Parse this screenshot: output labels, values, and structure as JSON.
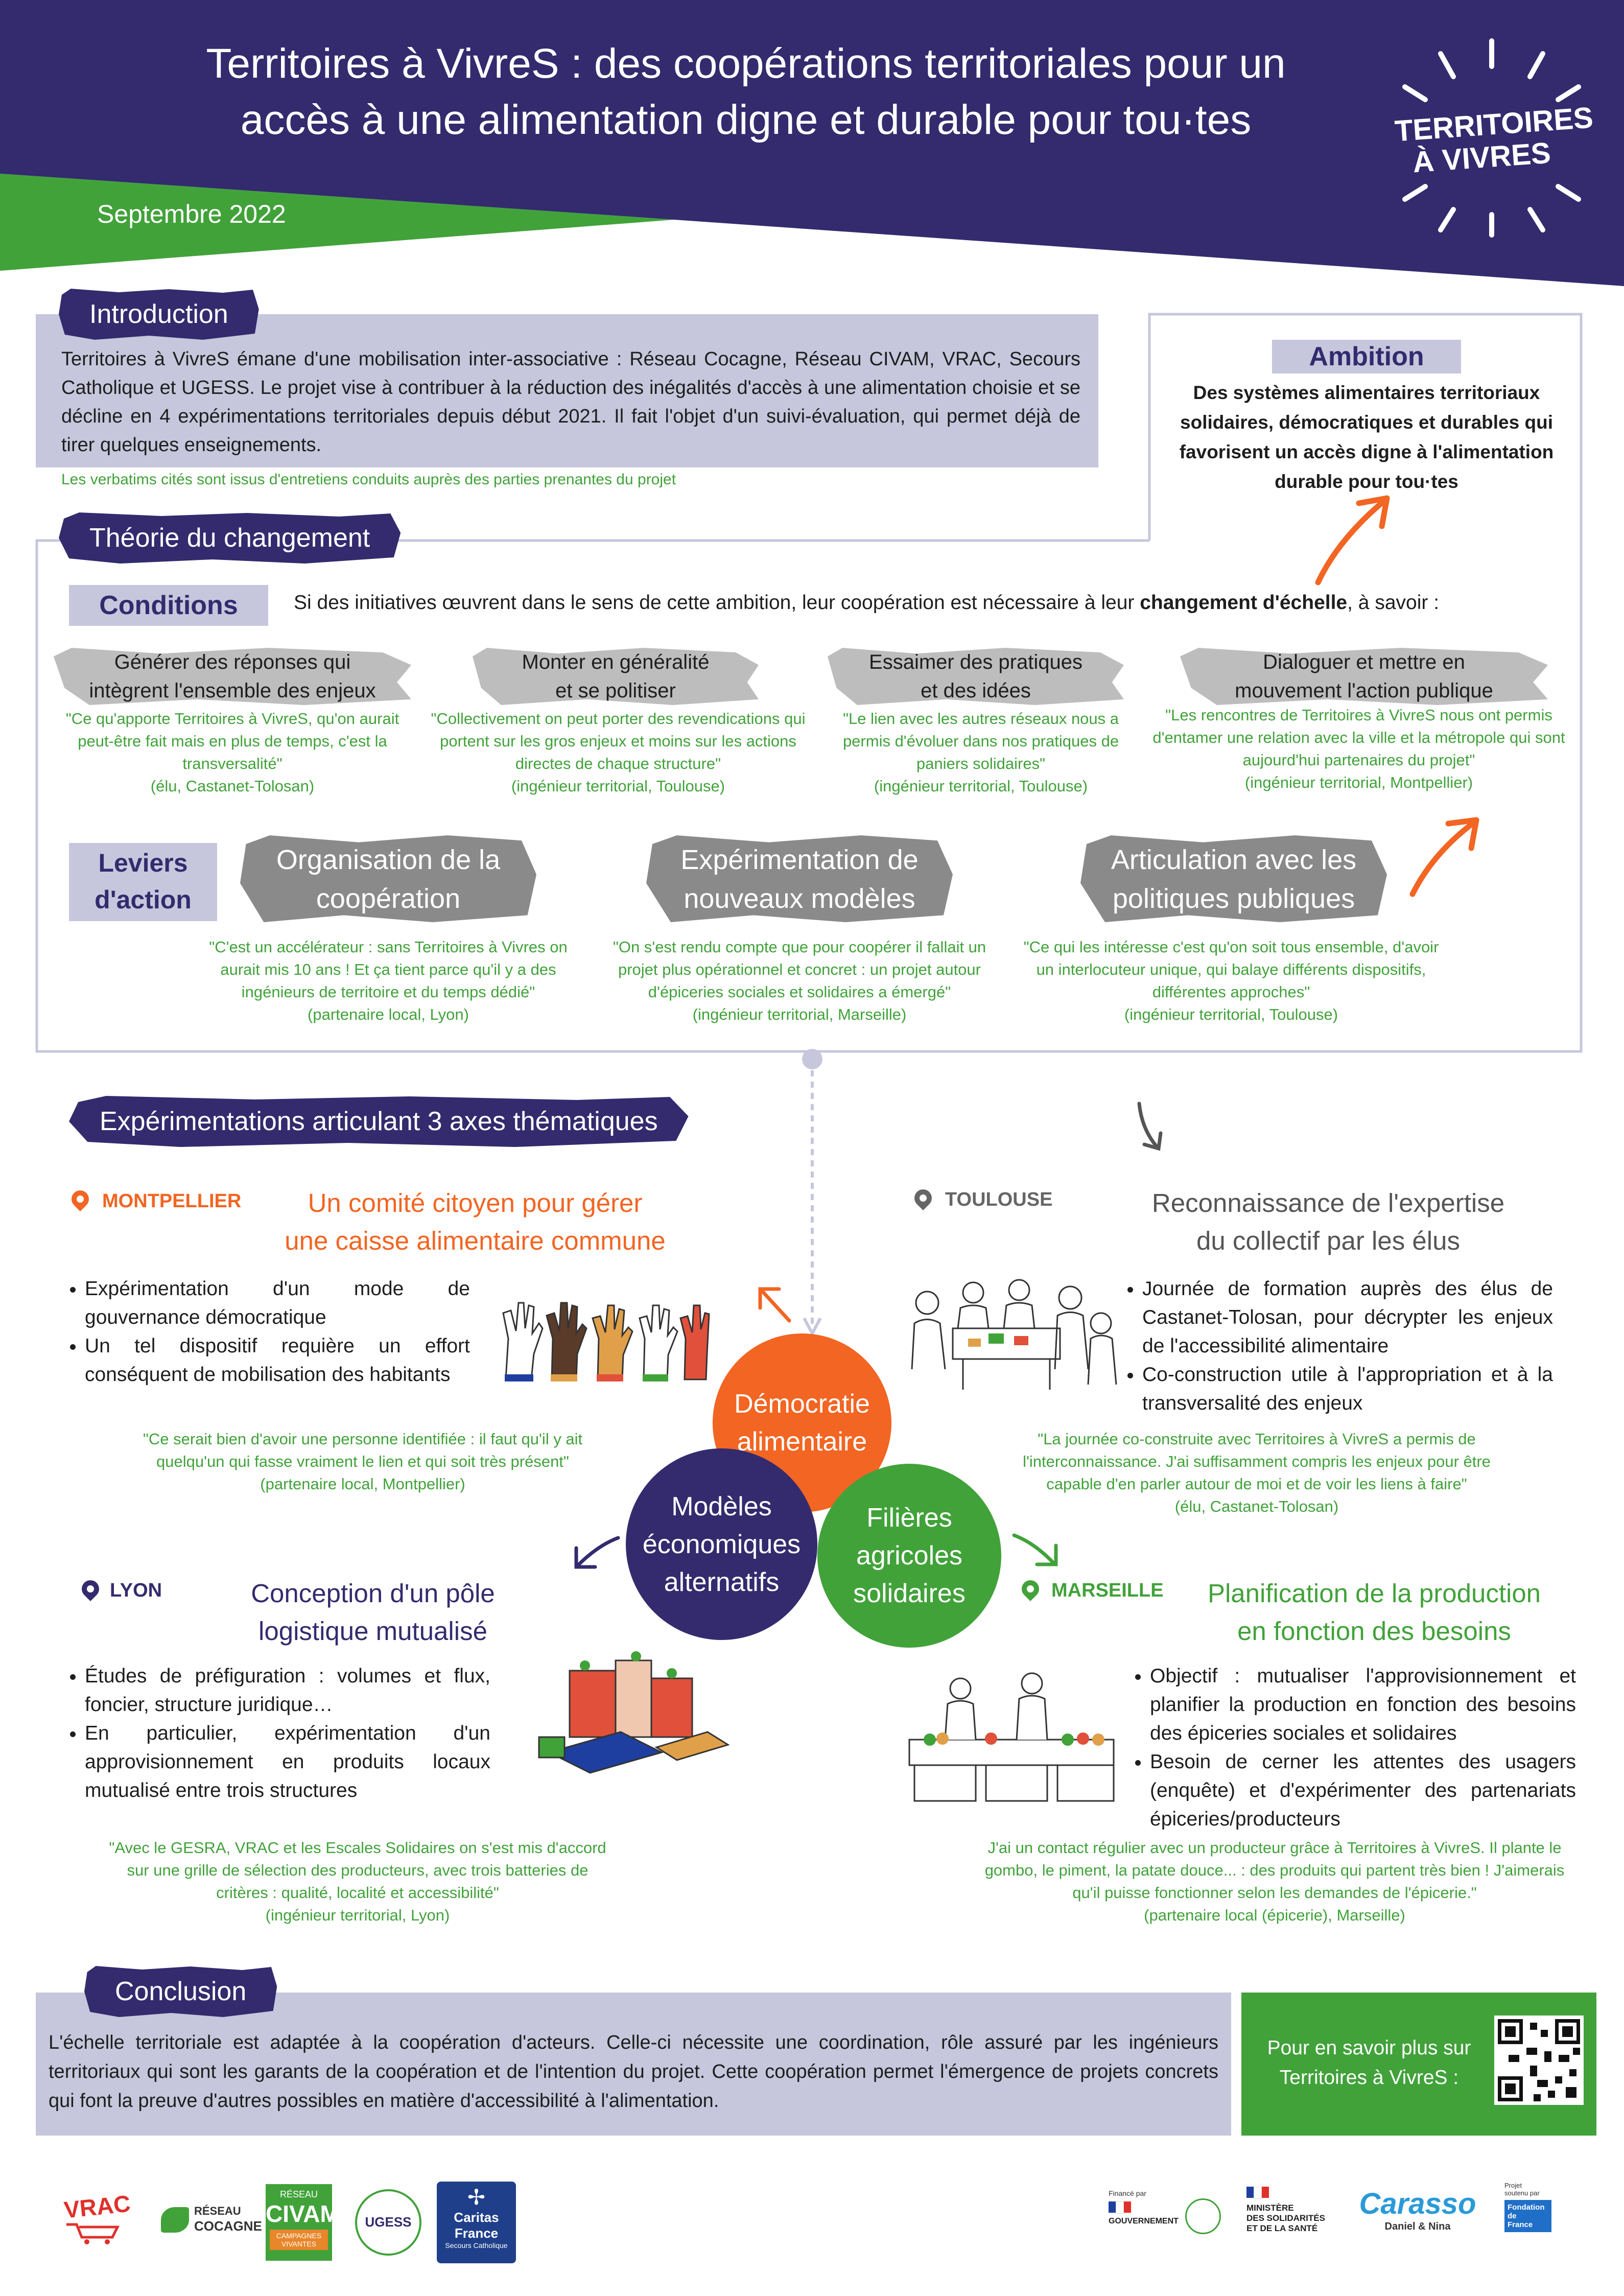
{
  "header": {
    "title_line1": "Territoires à VivreS : des coopérations territoriales pour un",
    "title_line2": "accès à une alimentation digne et durable pour tou·tes",
    "date": "Septembre 2022",
    "logo_line1": "TERRITOIRES",
    "logo_line2": "À VIVRES"
  },
  "introduction": {
    "heading": "Introduction",
    "text": "Territoires à VivreS émane d'une mobilisation inter-associative : Réseau Cocagne, Réseau CIVAM, VRAC, Secours Catholique et UGESS. Le projet vise à contribuer à la réduction des inégalités d'accès à une alimentation choisie et se décline en 4 expérimentations territoriales depuis début 2021. Il fait l'objet d'un suivi-évaluation, qui permet déjà de tirer quelques enseignements.",
    "note": "Les verbatims cités sont issus d'entretiens conduits auprès des parties prenantes du projet"
  },
  "ambition": {
    "label": "Ambition",
    "text": "Des systèmes alimentaires territoriaux solidaires, démocratiques et durables qui favorisent un accès digne à l'alimentation durable pour tou·tes"
  },
  "theory": {
    "heading": "Théorie du changement",
    "conditions_label": "Conditions",
    "conditions_intro": "Si des initiatives œuvrent dans le sens de cette ambition, leur coopération est nécessaire à leur",
    "conditions_bold": "changement d'échelle",
    "conditions_end": ", à savoir :",
    "conditions": [
      {
        "line1": "Générer des réponses qui",
        "line2": "intègrent l'ensemble des enjeux",
        "quote": "\"Ce qu'apporte Territoires à VivreS, qu'on aurait peut-être fait mais en plus de temps, c'est la transversalité\"",
        "source": "(élu, Castanet-Tolosan)"
      },
      {
        "line1": "Monter en généralité",
        "line2": "et se politiser",
        "quote": "\"Collectivement on peut porter des revendications qui portent sur les gros enjeux et moins sur les actions directes de chaque structure\"",
        "source": "(ingénieur territorial, Toulouse)"
      },
      {
        "line1": "Essaimer des pratiques",
        "line2": "et des idées",
        "quote": "\"Le lien avec les autres réseaux nous a permis d'évoluer dans nos pratiques de paniers solidaires\"",
        "source": "(ingénieur territorial, Toulouse)"
      },
      {
        "line1": "Dialoguer et mettre en",
        "line2": "mouvement l'action publique",
        "quote": "\"Les rencontres de Territoires à VivreS nous ont permis d'entamer une relation avec la ville et la métropole qui sont aujourd'hui partenaires du projet\"",
        "source": "(ingénieur territorial, Montpellier)"
      }
    ],
    "levers_label_line1": "Leviers",
    "levers_label_line2": "d'action",
    "levers": [
      {
        "line1": "Organisation de la",
        "line2": "coopération",
        "quote": "\"C'est un accélérateur : sans Territoires à Vivres on aurait mis 10 ans ! Et ça tient parce qu'il y a des ingénieurs de territoire et du temps dédié\"",
        "source": "(partenaire local, Lyon)"
      },
      {
        "line1": "Expérimentation de",
        "line2": "nouveaux modèles",
        "quote": "\"On s'est rendu compte que pour coopérer il fallait un projet plus opérationnel et concret : un projet autour d'épiceries sociales et solidaires a émergé\"",
        "source": "(ingénieur territorial, Marseille)"
      },
      {
        "line1": "Articulation avec les",
        "line2": "politiques publiques",
        "quote": "\"Ce qui les intéresse c'est qu'on soit tous ensemble, d'avoir un interlocuteur unique, qui balaye différents dispositifs, différentes approches\"",
        "source": "(ingénieur territorial, Toulouse)"
      }
    ]
  },
  "experiments": {
    "heading": "Expérimentations articulant 3 axes thématiques",
    "circles": {
      "democratie_line1": "Démocratie",
      "democratie_line2": "alimentaire",
      "modeles_line1": "Modèles",
      "modeles_line2": "économiques",
      "modeles_line3": "alternatifs",
      "filieres_line1": "Filières",
      "filieres_line2": "agricoles",
      "filieres_line3": "solidaires"
    },
    "montpellier": {
      "city": "MONTPELLIER",
      "title_line1": "Un comité citoyen pour gérer",
      "title_line2": "une caisse alimentaire commune",
      "bullets": [
        "Expérimentation d'un mode de gouvernance démocratique",
        "Un tel dispositif requière un effort conséquent de mobilisation des habitants"
      ],
      "quote": "\"Ce serait bien d'avoir une personne identifiée : il faut qu'il y ait quelqu'un qui fasse vraiment le lien et qui soit très présent\"",
      "source": "(partenaire local, Montpellier)"
    },
    "toulouse": {
      "city": "TOULOUSE",
      "title_line1": "Reconnaissance de l'expertise",
      "title_line2": "du collectif par les élus",
      "bullets": [
        "Journée de formation auprès des élus de Castanet-Tolosan, pour décrypter les enjeux de l'accessibilité alimentaire",
        "Co-construction utile à l'appropriation et à la transversalité des enjeux"
      ],
      "quote": "\"La journée co-construite avec Territoires à VivreS a permis de l'interconnaissance. J'ai suffisamment compris les enjeux pour être capable d'en parler autour de moi et de voir les liens à faire\"",
      "source": "(élu, Castanet-Tolosan)"
    },
    "lyon": {
      "city": "LYON",
      "title_line1": "Conception d'un pôle",
      "title_line2": "logistique mutualisé",
      "bullets": [
        "Études de préfiguration : volumes et flux, foncier, structure juridique…",
        "En particulier, expérimentation d'un approvisionnement en produits locaux mutualisé entre trois structures"
      ],
      "quote": "\"Avec le GESRA, VRAC et les Escales Solidaires on s'est mis d'accord sur une grille de sélection des producteurs, avec trois batteries de critères : qualité, localité et accessibilité\"",
      "source": "(ingénieur territorial, Lyon)"
    },
    "marseille": {
      "city": "MARSEILLE",
      "title_line1": "Planification de la production",
      "title_line2": "en fonction des besoins",
      "bullets": [
        "Objectif : mutualiser l'approvisionnement et planifier la production en fonction des besoins des épiceries sociales et solidaires",
        "Besoin de cerner les attentes des usagers (enquête) et d'expérimenter des partenariats épiceries/producteurs"
      ],
      "quote": "J'ai un contact régulier avec un producteur grâce à Territoires à VivreS. Il plante le gombo, le piment, la patate douce... : des produits qui partent très bien ! J'aimerais qu'il puisse fonctionner selon les demandes de l'épicerie.\"",
      "source": "(partenaire local (épicerie), Marseille)"
    }
  },
  "conclusion": {
    "heading": "Conclusion",
    "text": "L'échelle territoriale est adaptée à la coopération d'acteurs. Celle-ci nécessite une coordination, rôle assuré par les ingénieurs territoriaux qui sont les garants de la coopération et de l'intention du projet. Cette coopération permet l'émergence de projets concrets qui font la preuve d'autres possibles en matière d'accessibilité à l'alimentation.",
    "more_line1": "Pour en savoir plus sur",
    "more_line2": "Territoires à VivreS :"
  },
  "logos": {
    "vrac": "VRAC",
    "cocagne_line1": "RÉSEAU",
    "cocagne_line2": "COCAGNE",
    "civam_small": "RÉSEAU",
    "civam": "CIVAM",
    "civam_sub": "CAMPAGNES VIVANTES",
    "ugess": "UGESS",
    "caritas_line1": "Caritas",
    "caritas_line2": "France",
    "caritas_line3": "Secours Catholique",
    "finance_par": "Financé par",
    "gouvernement": "GOUVERNEMENT",
    "ministere_line1": "MINISTÈRE",
    "ministere_line2": "DES SOLIDARITÉS",
    "ministere_line3": "ET DE LA SANTÉ",
    "carasso": "Carasso",
    "carasso_sub": "Daniel & Nina",
    "projet_soutenu": "Projet soutenu par",
    "fondation_line1": "Fondation",
    "fondation_line2": "de",
    "fondation_line3": "France"
  },
  "colors": {
    "purple": "#332b6e",
    "green": "#41a23a",
    "orange": "#f26522",
    "lavender": "#c6c7dc",
    "grey": "#8a8a8a"
  }
}
